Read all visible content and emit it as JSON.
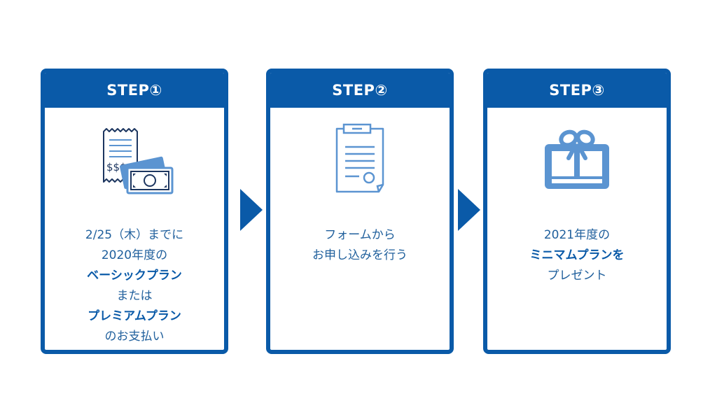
{
  "steps": [
    {
      "title": "STEP①",
      "icon": "receipt-money-icon",
      "lines": [
        "2/25（木）までに",
        "2020年度の",
        "ベーシックプラン",
        "または",
        "プレミアムプラン",
        "のお支払い"
      ]
    },
    {
      "title": "STEP②",
      "icon": "clipboard-form-icon",
      "lines": [
        "フォームから",
        "お申し込みを行う"
      ]
    },
    {
      "title": "STEP③",
      "icon": "gift-card-icon",
      "lines": [
        "2021年度の",
        "ミニマムプランを",
        "プレゼント"
      ]
    }
  ],
  "connectors": [
    "arrow-right-icon",
    "arrow-right-icon"
  ],
  "colors": {
    "brand_blue": "#0a5aa8",
    "icon_light_blue": "#5b94d1",
    "icon_navy": "#1d3660",
    "text_blue": "#1f5f9c"
  }
}
